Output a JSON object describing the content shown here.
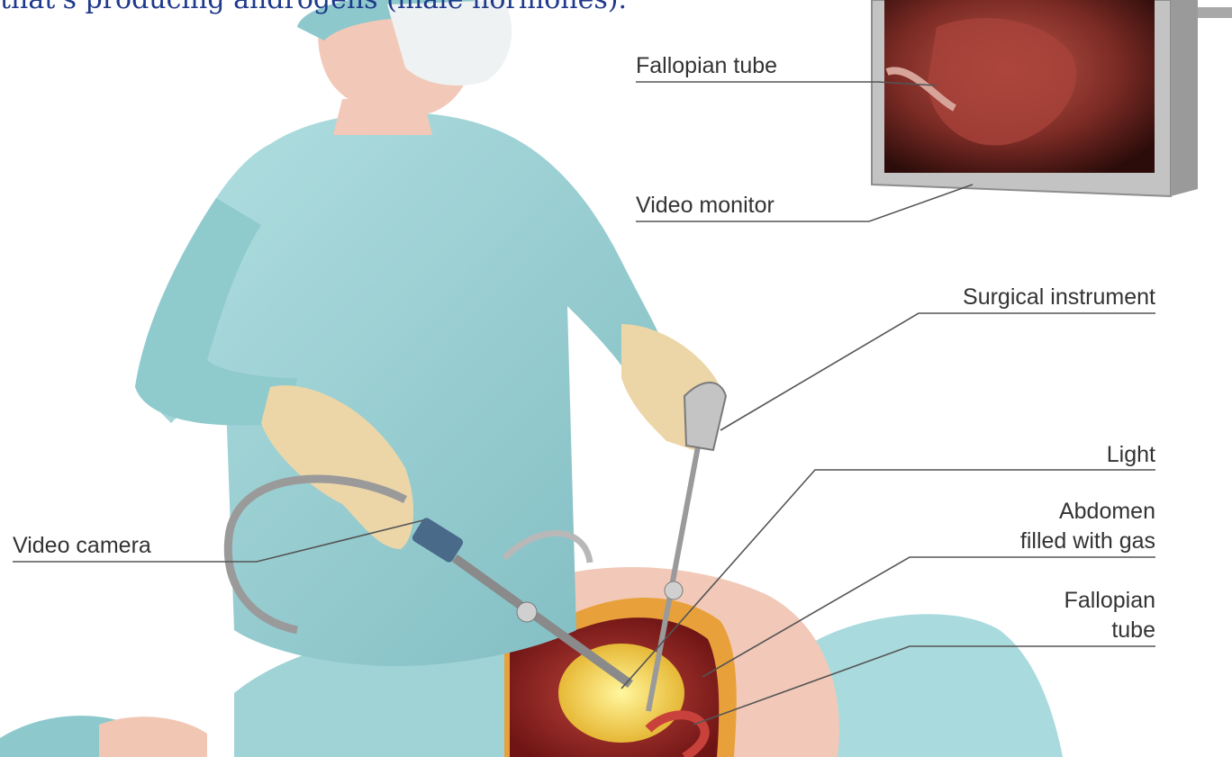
{
  "caption": "that's producing androgens (male hormones).",
  "labels": {
    "monitor_fallopian": "Fallopian tube",
    "video_monitor": "Video monitor",
    "surgical_instrument": "Surgical instrument",
    "light": "Light",
    "abdomen_line1": "Abdomen",
    "abdomen_line2": "filled with gas",
    "fallopian_line1": "Fallopian",
    "fallopian_line2": "tube",
    "video_camera": "Video camera"
  },
  "colors": {
    "gown": "#9fd3d6",
    "gown_shadow": "#7fbcc1",
    "glove": "#ecd6a8",
    "skin": "#f2c9b8",
    "abdomen_cavity": "#8a1f1f",
    "light_glow": "#f4e04a",
    "monitor_frame": "#b8b8b8",
    "caption": "#1f3a8a"
  }
}
